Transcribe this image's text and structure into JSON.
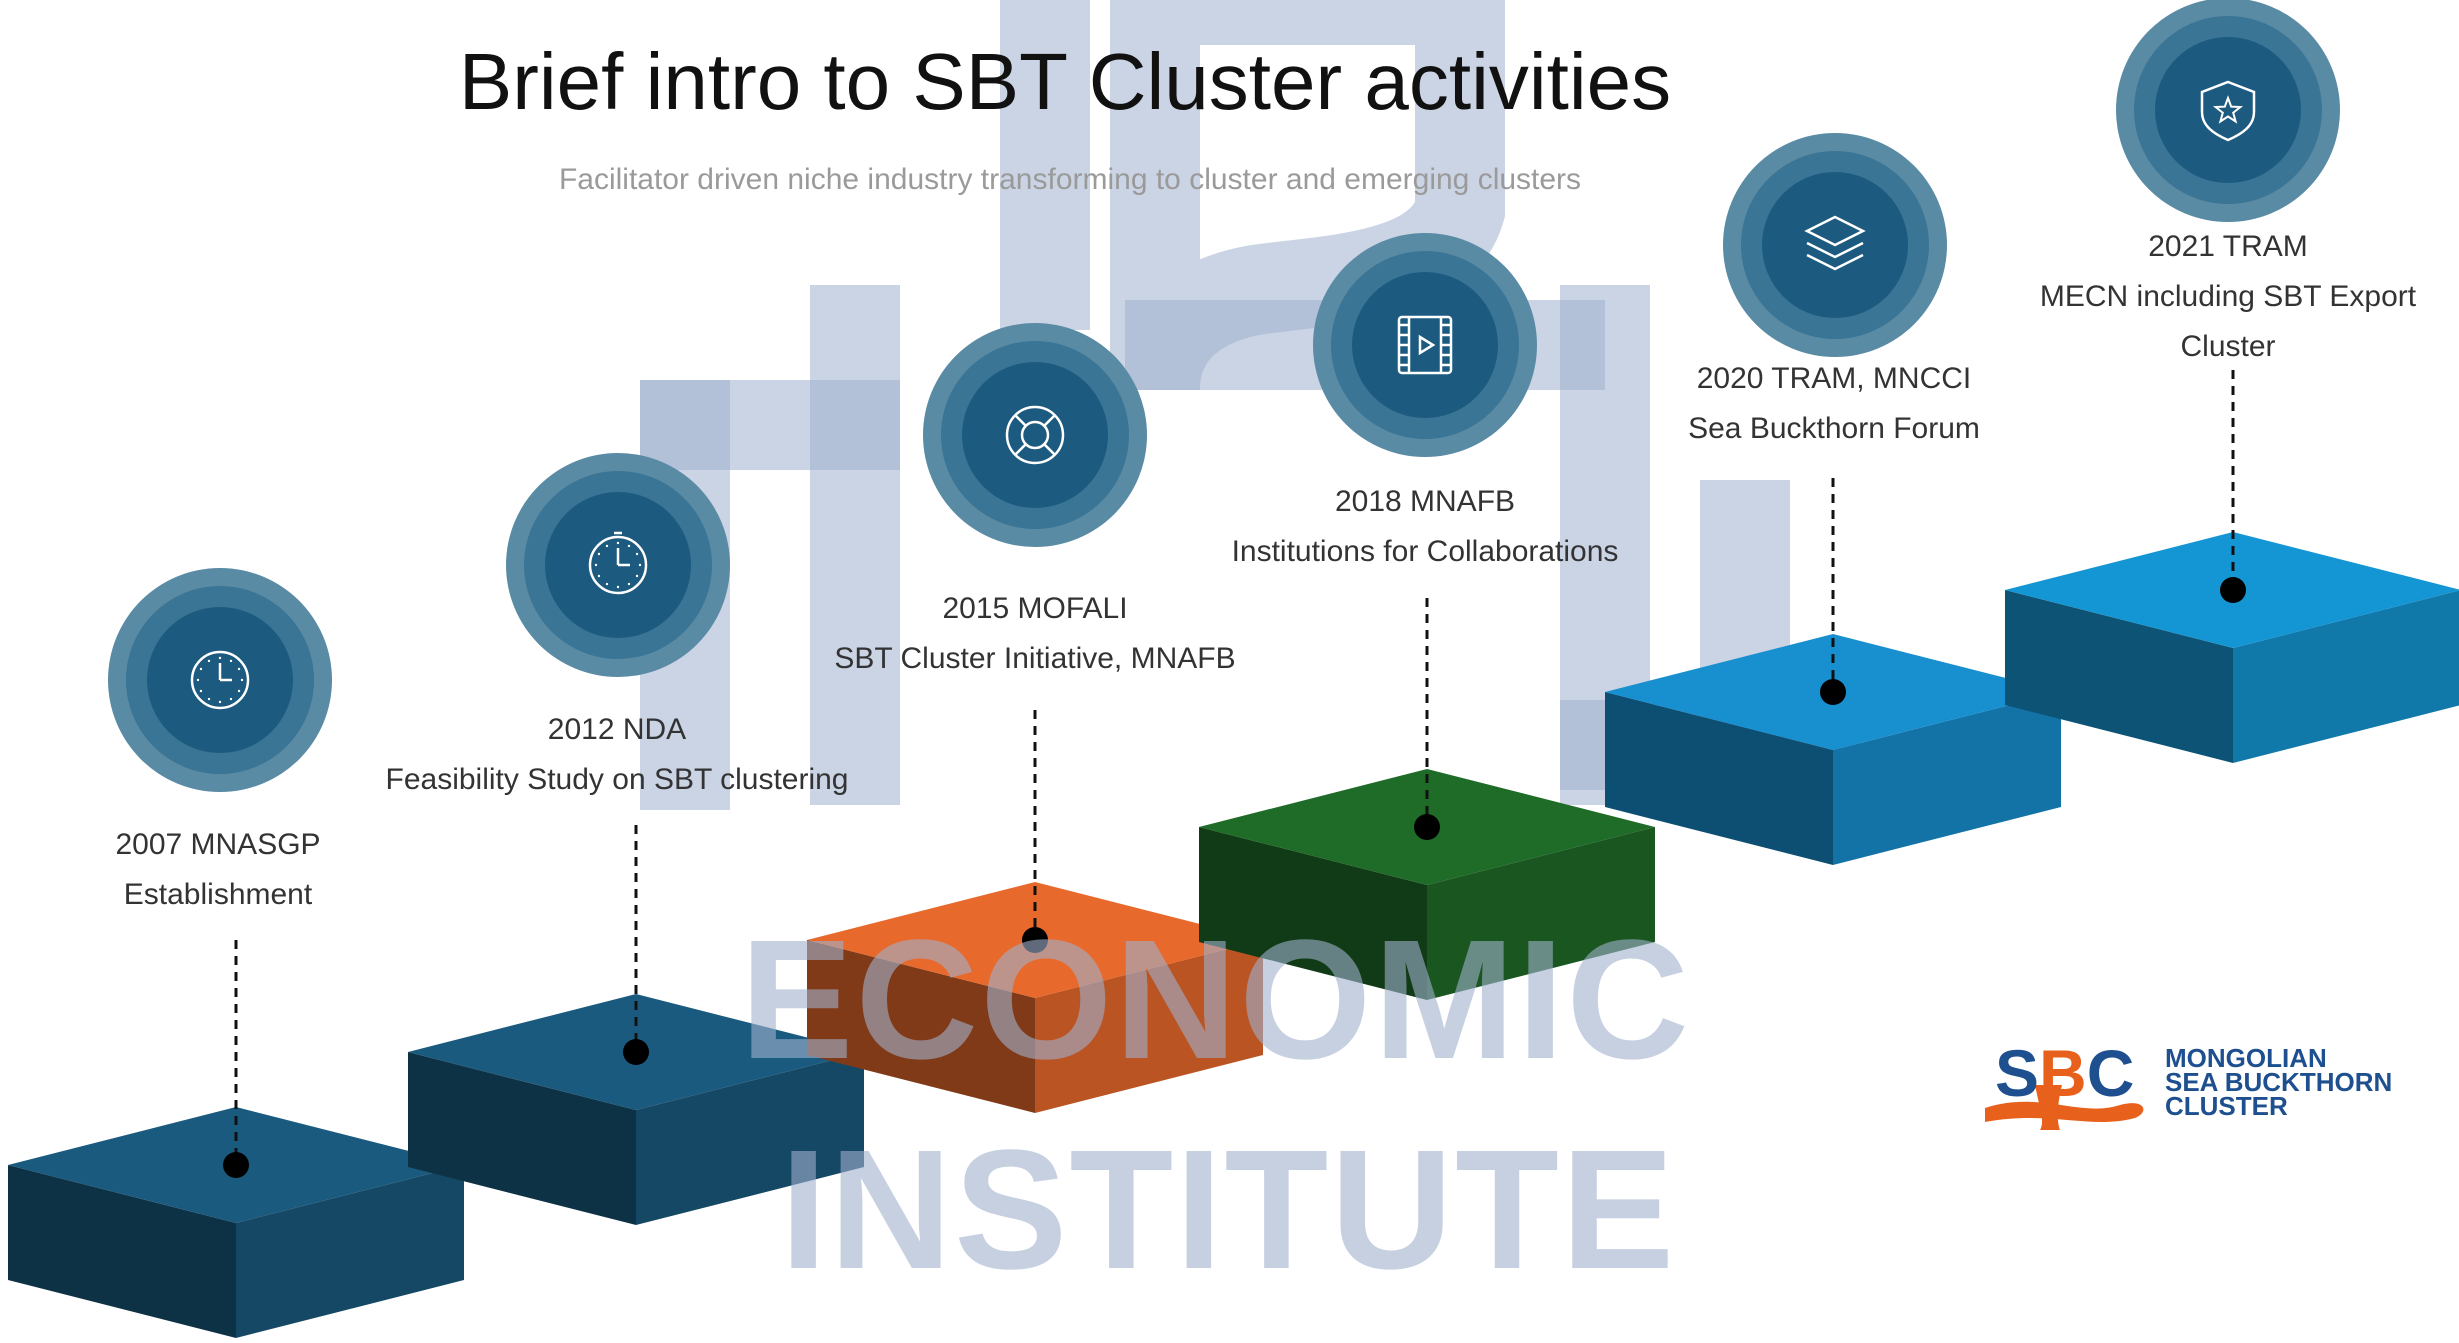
{
  "title": "Brief intro to SBT Cluster activities",
  "subtitle": "Facilitator driven niche industry transforming to cluster and emerging clusters",
  "watermark": {
    "line1": "ECONOMIC",
    "line2": "INSTITUTE"
  },
  "milestones": [
    {
      "year_org": "2007 MNASGP",
      "description": "Establishment",
      "icon": "clock-icon",
      "step_color": "#1a5a7e"
    },
    {
      "year_org": "2012 NDA",
      "description": "Feasibility Study on SBT clustering",
      "icon": "stopwatch-icon",
      "step_color": "#1a5a7e"
    },
    {
      "year_org": "2015 MOFALI",
      "description": "SBT Cluster Initiative, MNAFB",
      "icon": "lifebuoy-icon",
      "step_color": "#e8692c"
    },
    {
      "year_org": "2018 MNAFB",
      "description": "Institutions for Collaborations",
      "icon": "film-icon",
      "step_color": "#1f6b28"
    },
    {
      "year_org": "2020 TRAM, MNCCI",
      "description": "Sea Buckthorn Forum",
      "icon": "layers-icon",
      "step_color": "#1890cf"
    },
    {
      "year_org": "2021 TRAM",
      "description": "MECN including SBT Export Cluster",
      "icon": "shield-star-icon",
      "step_color": "#1596d4"
    }
  ],
  "logo": {
    "abbr_part1": "S",
    "abbr_part2": "B",
    "abbr_part3": "C",
    "name_line1": "MONGOLIAN",
    "name_line2": "SEA BUCKTHORN",
    "name_line3": "CLUSTER"
  },
  "colors": {
    "circle_outer": "#5a8ba5",
    "circle_mid": "#3b7595",
    "circle_inner": "#1c5a80",
    "watermark": "#a0b0cd",
    "logo_blue": "#1e4f8f",
    "logo_orange": "#e8611c"
  }
}
